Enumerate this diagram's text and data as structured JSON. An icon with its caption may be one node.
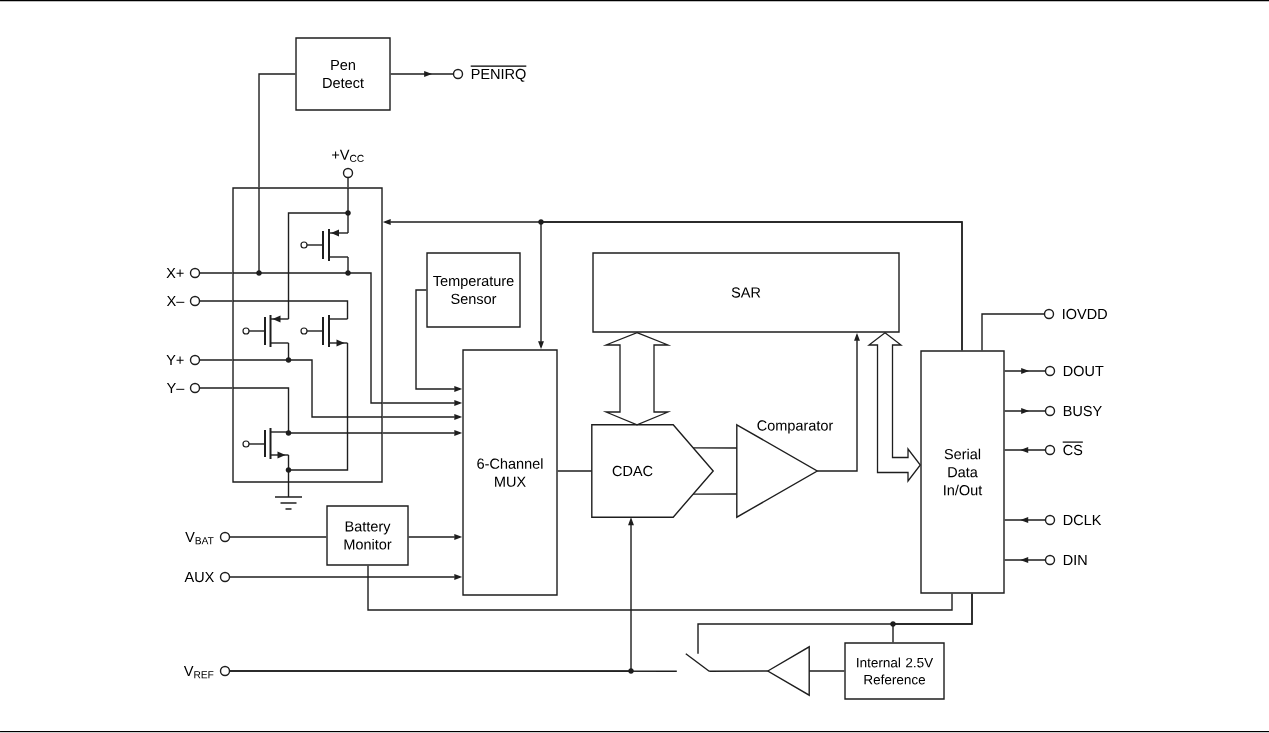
{
  "diagram": {
    "nodes": [
      {
        "text": [
          "Pen Detect"
        ]
      },
      {
        "text": [
          "PENIRQ"
        ]
      },
      {
        "text": [
          "+V$_{CC}$"
        ]
      },
      {
        "text": [],
        "shape": "box"
      },
      {
        "text": [
          "X+"
        ]
      },
      {
        "text": [
          "X–"
        ]
      },
      {
        "text": [
          "Y+"
        ]
      },
      {
        "text": [
          "Y–"
        ]
      },
      {
        "text": [
          "Temperature Sensor"
        ]
      },
      {
        "text": [
          "SAR"
        ]
      },
      {
        "text": [
          "6-Channel MUX"
        ]
      },
      {
        "text": [
          "CDAC"
        ]
      },
      {
        "text": [
          "Comparator"
        ]
      },
      {
        "text": [
          "IOVDD"
        ]
      },
      {
        "text": [
          "Serial Data In/Out"
        ]
      },
      {
        "text": [
          "DOUT"
        ]
      },
      {
        "text": [
          "BUSY"
        ]
      },
      {
        "text": [
          "CS"
        ]
      },
      {
        "text": [
          "DCLK"
        ]
      },
      {
        "text": [
          "DIN"
        ]
      },
      {
        "text": [
          "V$_{BAT}$"
        ]
      },
      {
        "text": [
          "Battery Monitor"
        ]
      },
      {
        "text": [
          "AUX"
        ]
      },
      {
        "text": [
          "V$_{REF}$"
        ]
      },
      {
        "text": [],
        "shape": "switch"
      },
      {
        "text": [],
        "shape": "triangle"
      },
      {
        "text": [
          "Internal 2.5V Reference"
        ]
      }
    ],
    "edges": [
      {
        "from": 0,
        "to": 1,
        "arrow": "to"
      },
      {
        "from": 3,
        "to": 0,
        "arrow": "none"
      },
      {
        "from": 2,
        "to": 3,
        "arrow": "none"
      },
      {
        "from": 4,
        "to": 3,
        "arrow": "none"
      },
      {
        "from": 3,
        "to": 10,
        "arrow": "to"
      },
      {
        "from": 5,
        "to": 3,
        "arrow": "none"
      },
      {
        "from": 6,
        "to": 3,
        "arrow": "none"
      },
      {
        "from": 3,
        "to": 10,
        "arrow": "to"
      },
      {
        "from": 7,
        "to": 3,
        "arrow": "none"
      },
      {
        "from": 3,
        "to": 10,
        "arrow": "to"
      },
      {
        "from": 8,
        "to": 10,
        "arrow": "to"
      },
      {
        "from": 14,
        "to": 3,
        "arrow": "to"
      },
      {
        "from": 14,
        "to": 10,
        "arrow": "to"
      },
      {
        "from": 9,
        "to": 11,
        "arrow": "both",
        "style": "thick"
      },
      {
        "from": 9,
        "to": 14,
        "arrow": "both",
        "style": "thick"
      },
      {
        "from": 10,
        "to": 11,
        "arrow": "none"
      },
      {
        "from": 11,
        "to": 12,
        "arrow": "none"
      },
      {
        "from": 11,
        "to": 12,
        "arrow": "none"
      },
      {
        "from": 12,
        "to": 9,
        "arrow": "to"
      },
      {
        "from": 14,
        "to": 13,
        "arrow": "none"
      },
      {
        "from": 14,
        "to": 15,
        "arrow": "to"
      },
      {
        "from": 14,
        "to": 16,
        "arrow": "to"
      },
      {
        "from": 17,
        "to": 14,
        "arrow": "to"
      },
      {
        "from": 18,
        "to": 14,
        "arrow": "to"
      },
      {
        "from": 19,
        "to": 14,
        "arrow": "to"
      },
      {
        "from": 20,
        "to": 21,
        "arrow": "none"
      },
      {
        "from": 21,
        "to": 10,
        "arrow": "to"
      },
      {
        "from": 22,
        "to": 10,
        "arrow": "to"
      },
      {
        "from": 14,
        "to": 21,
        "arrow": "none"
      },
      {
        "from": 23,
        "to": 11,
        "arrow": "to"
      },
      {
        "from": 23,
        "to": 24,
        "arrow": "none"
      },
      {
        "from": 24,
        "to": 25,
        "arrow": "none"
      },
      {
        "from": 26,
        "to": 25,
        "arrow": "none"
      },
      {
        "from": 14,
        "to": 24,
        "arrow": "none"
      },
      {
        "from": 14,
        "to": 26,
        "arrow": "none"
      }
    ]
  }
}
